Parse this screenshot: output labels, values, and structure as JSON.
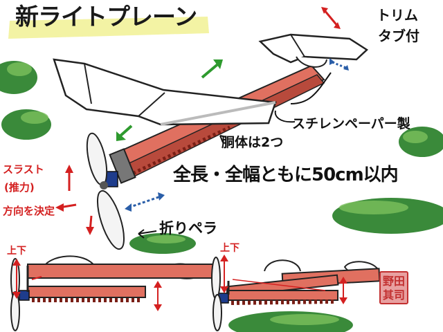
{
  "title": "新ライトプレーン",
  "labels": {
    "trim_line1": "トリム",
    "trim_line2": "タブ付",
    "styrene": "スチレンペーパー製",
    "body_two": "胴体は2つ",
    "length_width": "全長・全幅ともに50cm以内",
    "folding_prop": "折りペラ",
    "thrust_line1": "スラスト",
    "thrust_line2": "(推力)",
    "thrust_line3": "方向を決定",
    "updown_left": "上下",
    "updown_right": "上下"
  },
  "seal": {
    "text_line1": "野田",
    "text_line2": "其司"
  },
  "colors": {
    "fuselage": "#e07060",
    "fuselage_dark": "#b84a3c",
    "wing": "#ffffff",
    "wing_shadow": "#c8c8c8",
    "bush": "#3a8a3a",
    "bush_light": "#7cbf5c",
    "title_highlight": "#f2f29a",
    "arrow_red": "#d42020",
    "arrow_green": "#2e9a2e",
    "arrow_blue": "#2a5ea8",
    "propeller": "#f4f4f4",
    "nose_blue": "#1e3c8c"
  },
  "icons": {
    "pointer_arrow": "black-curved-arrow",
    "motion_arrow": "double-headed-arrow"
  }
}
